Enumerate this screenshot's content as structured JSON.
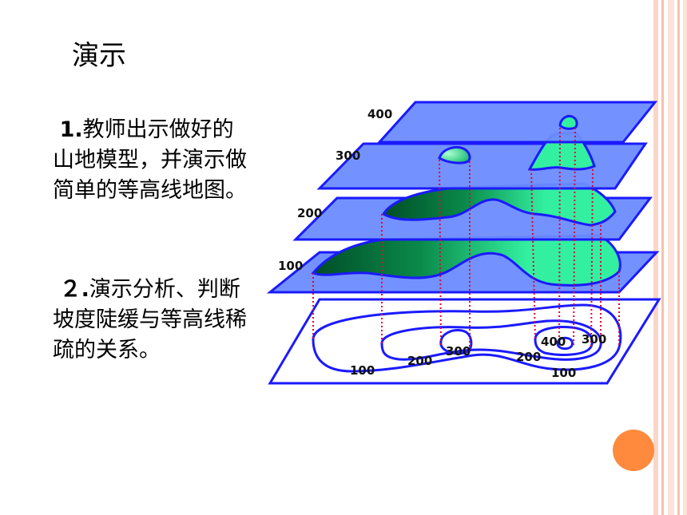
{
  "slide": {
    "title": "演示",
    "paragraph1": {
      "number": "1.",
      "text": "教师出示做好的山地模型，并演示做简单的等高线地图。"
    },
    "paragraph2": {
      "number": "２.",
      "text": "演示分析、判断坡度陡缓与等高线稀疏的关系。"
    }
  },
  "diagram": {
    "plane_labels": [
      "400",
      "300",
      "200",
      "100"
    ],
    "map_labels": {
      "l300a": "300",
      "l400": "400",
      "l300b": "300",
      "l200a": "200",
      "l200b": "200",
      "l100a": "100",
      "l100b": "100"
    }
  },
  "colors": {
    "plane_fill": "#6b8cff",
    "plane_stroke": "#1a1aff",
    "mountain_light": "#33f0a0",
    "mountain_dark": "#006633",
    "contour": "#1a1aff",
    "dotted": "#e0003a",
    "accent_circle": "#ff8a3d",
    "border_stripe": "#f7c2ad"
  }
}
